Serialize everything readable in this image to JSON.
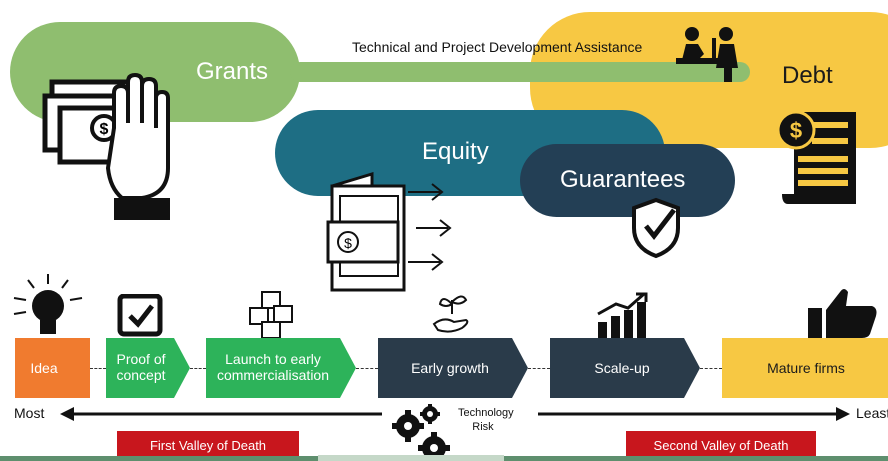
{
  "funding": {
    "grants": "Grants",
    "debt": "Debt",
    "equity": "Equity",
    "guarantees": "Guarantees",
    "assistance": "Technical and Project Development Assistance"
  },
  "stages": [
    {
      "label": "Idea"
    },
    {
      "label": "Proof of concept"
    },
    {
      "label": "Launch to early commercialisation"
    },
    {
      "label": "Early growth"
    },
    {
      "label": "Scale-up"
    },
    {
      "label": "Mature firms"
    }
  ],
  "risk": {
    "most": "Most",
    "least": "Least",
    "label": "Technology Risk"
  },
  "valleys": {
    "first": "First Valley of Death",
    "second": "Second Valley of Death"
  },
  "colors": {
    "grants": "#8fbe6f",
    "debt": "#f7c843",
    "equity": "#1e6e84",
    "guarantees": "#233f55",
    "idea": "#f07b2f",
    "green_stage": "#2db35a",
    "dark_stage": "#2a3b4a",
    "mature": "#f7c843",
    "valley": "#c8161d"
  },
  "icons": [
    "cash-hand-icon",
    "people-meeting-icon",
    "invoice-dollar-icon",
    "wallet-money-icon",
    "shield-check-icon",
    "lightbulb-icon",
    "checkbox-icon",
    "boxes-icon",
    "plant-hand-icon",
    "bar-growth-icon",
    "thumbs-up-icon",
    "gears-icon"
  ]
}
